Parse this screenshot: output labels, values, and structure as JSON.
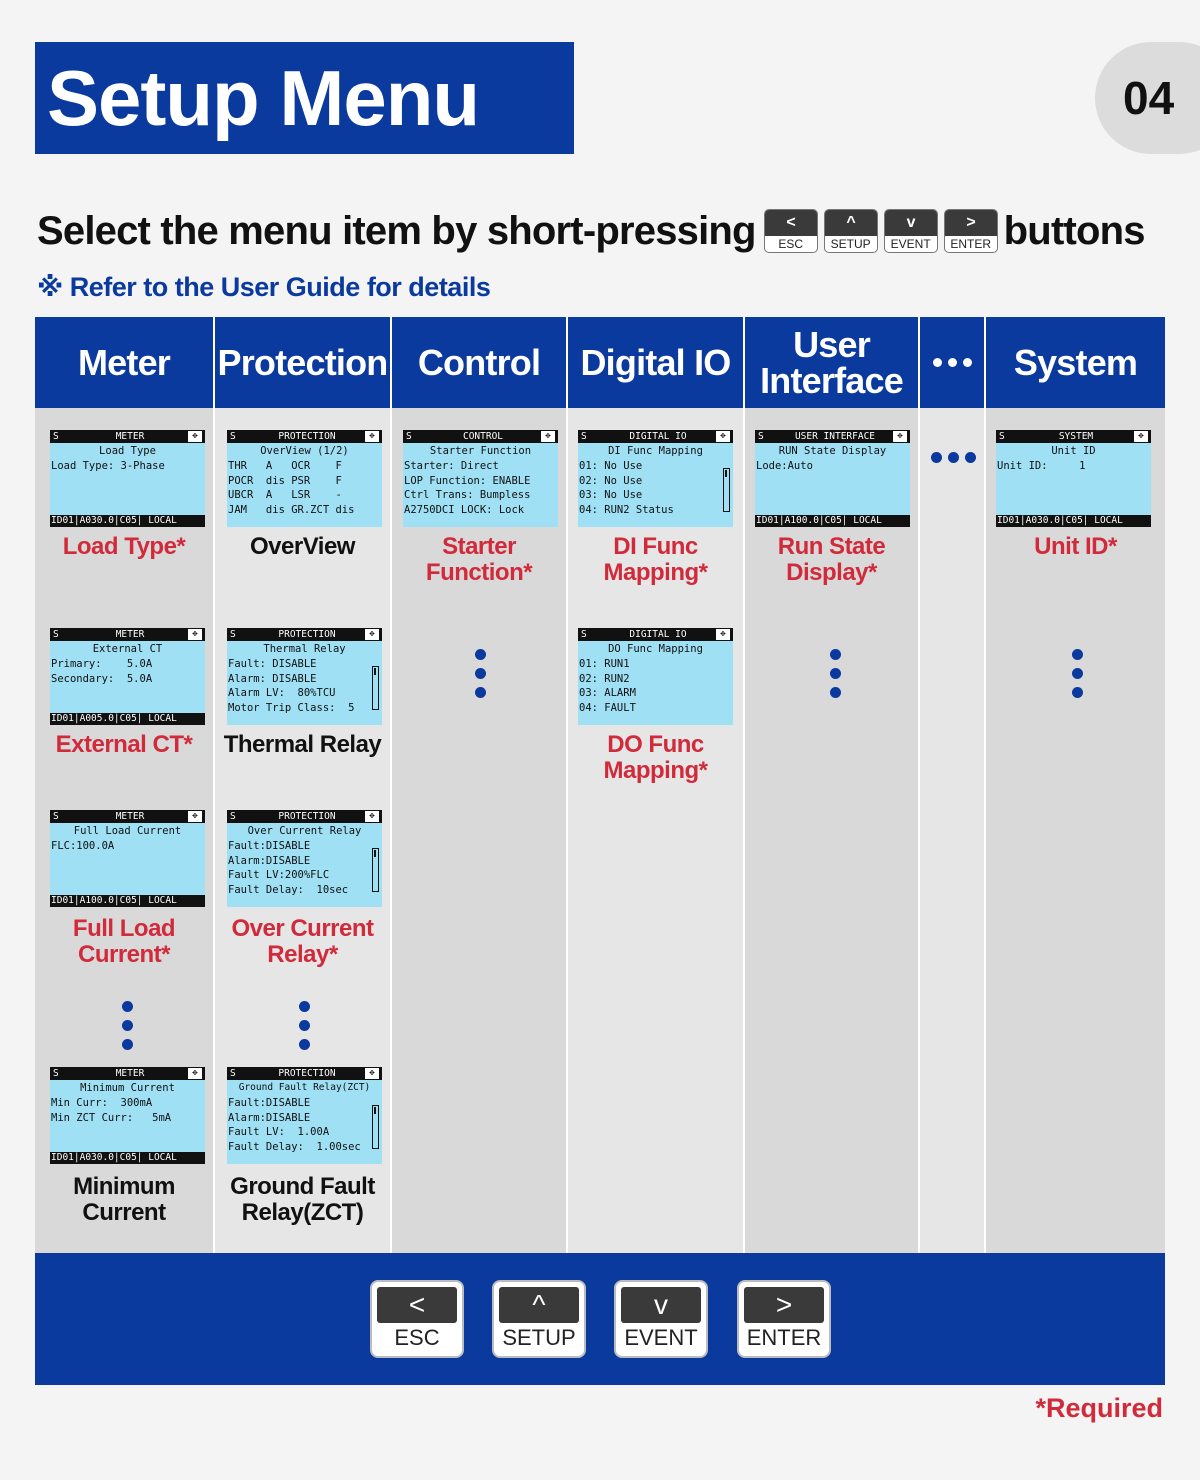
{
  "header": {
    "title": "Setup Menu",
    "page_number": "04"
  },
  "instruction": {
    "before": "Select the menu item by short-pressing",
    "after": "buttons",
    "keys": [
      {
        "glyph": "<",
        "label": "ESC"
      },
      {
        "glyph": "^",
        "label": "SETUP"
      },
      {
        "glyph": "v",
        "label": "EVENT"
      },
      {
        "glyph": ">",
        "label": "ENTER"
      }
    ]
  },
  "note": "※ Refer to the User Guide for details",
  "columns": {
    "meter": "Meter",
    "protection": "Protection",
    "control": "Control",
    "digital_io": "Digital IO",
    "user_interface_l1": "User",
    "user_interface_l2": "Interface",
    "system": "System"
  },
  "screens": {
    "meter_load_type": {
      "title": "METER",
      "subtitle": "Load Type",
      "lines": [
        "Load Type: 3-Phase"
      ],
      "footer": "ID01|A030.0|C05| LOCAL",
      "caption": "Load Type*"
    },
    "meter_external_ct": {
      "title": "METER",
      "subtitle": "External CT",
      "lines": [
        "Primary:    5.0A",
        "Secondary:  5.0A"
      ],
      "footer": "ID01|A005.0|C05| LOCAL",
      "caption": "External CT*"
    },
    "meter_flc": {
      "title": "METER",
      "subtitle": "Full Load Current",
      "lines": [
        "FLC:100.0A"
      ],
      "footer": "ID01|A100.0|C05| LOCAL",
      "caption_l1": "Full Load",
      "caption_l2": "Current*"
    },
    "meter_min_current": {
      "title": "METER",
      "subtitle": "Minimum Current",
      "lines": [
        "Min Curr:  300mA",
        "Min ZCT Curr:   5mA"
      ],
      "footer": "ID01|A030.0|C05| LOCAL",
      "caption_l1": "Minimum",
      "caption_l2": "Current"
    },
    "prot_overview": {
      "title": "PROTECTION",
      "subtitle": "OverView (1/2)",
      "lines": [
        "THR   A   OCR    F",
        "POCR  dis PSR    F",
        "UBCR  A   LSR    -",
        "JAM   dis GR.ZCT dis"
      ],
      "caption": "OverView"
    },
    "prot_thermal": {
      "title": "PROTECTION",
      "subtitle": "Thermal Relay",
      "lines": [
        "Fault: DISABLE",
        "Alarm: DISABLE",
        "Alarm LV:  80%TCU",
        "Motor Trip Class:  5"
      ],
      "caption": "Thermal Relay"
    },
    "prot_ocr": {
      "title": "PROTECTION",
      "subtitle": "Over Current Relay",
      "lines": [
        "Fault:DISABLE",
        "Alarm:DISABLE",
        "Fault LV:200%FLC",
        "Fault Delay:  10sec"
      ],
      "caption_l1": "Over Current",
      "caption_l2": "Relay*"
    },
    "prot_gf": {
      "title": "PROTECTION",
      "subtitle": "Ground Fault Relay(ZCT)",
      "lines": [
        "Fault:DISABLE",
        "Alarm:DISABLE",
        "Fault LV:  1.00A",
        "Fault Delay:  1.00sec"
      ],
      "caption_l1": "Ground Fault",
      "caption_l2": "Relay(ZCT)"
    },
    "ctrl_starter": {
      "title": "CONTROL",
      "subtitle": "Starter Function",
      "lines": [
        "Starter: Direct",
        "LOP Function: ENABLE",
        "Ctrl Trans: Bumpless",
        "A2750DCI LOCK: Lock"
      ],
      "caption_l1": "Starter",
      "caption_l2": "Function*"
    },
    "dio_di": {
      "title": "DIGITAL IO",
      "subtitle": "DI Func Mapping",
      "lines": [
        "01: No Use",
        "02: No Use",
        "03: No Use",
        "04: RUN2 Status"
      ],
      "caption_l1": "DI Func",
      "caption_l2": "Mapping*"
    },
    "dio_do": {
      "title": "DIGITAL IO",
      "subtitle": "DO Func Mapping",
      "lines": [
        "01: RUN1",
        "02: RUN2",
        "03: ALARM",
        "04: FAULT"
      ],
      "caption_l1": "DO Func",
      "caption_l2": "Mapping*"
    },
    "ui_run_state": {
      "title": "USER INTERFACE",
      "subtitle": "RUN State Display",
      "lines": [
        "Lode:Auto"
      ],
      "footer": "ID01|A100.0|C05| LOCAL",
      "caption_l1": "Run State",
      "caption_l2": "Display*"
    },
    "sys_unit_id": {
      "title": "SYSTEM",
      "subtitle": "Unit ID",
      "lines": [
        "Unit ID:     1"
      ],
      "footer": "ID01|A030.0|C05| LOCAL",
      "caption": "Unit ID*"
    }
  },
  "lcd_prefix": "S",
  "panel_buttons": [
    {
      "glyph": "<",
      "label": "ESC"
    },
    {
      "glyph": "^",
      "label": "SETUP"
    },
    {
      "glyph": "v",
      "label": "EVENT"
    },
    {
      "glyph": ">",
      "label": "ENTER"
    }
  ],
  "required_note": "*Required",
  "colors": {
    "brand_blue": "#0a3a9e",
    "required_red": "#d12a3a",
    "lcd_cyan": "#9fe0f5"
  }
}
